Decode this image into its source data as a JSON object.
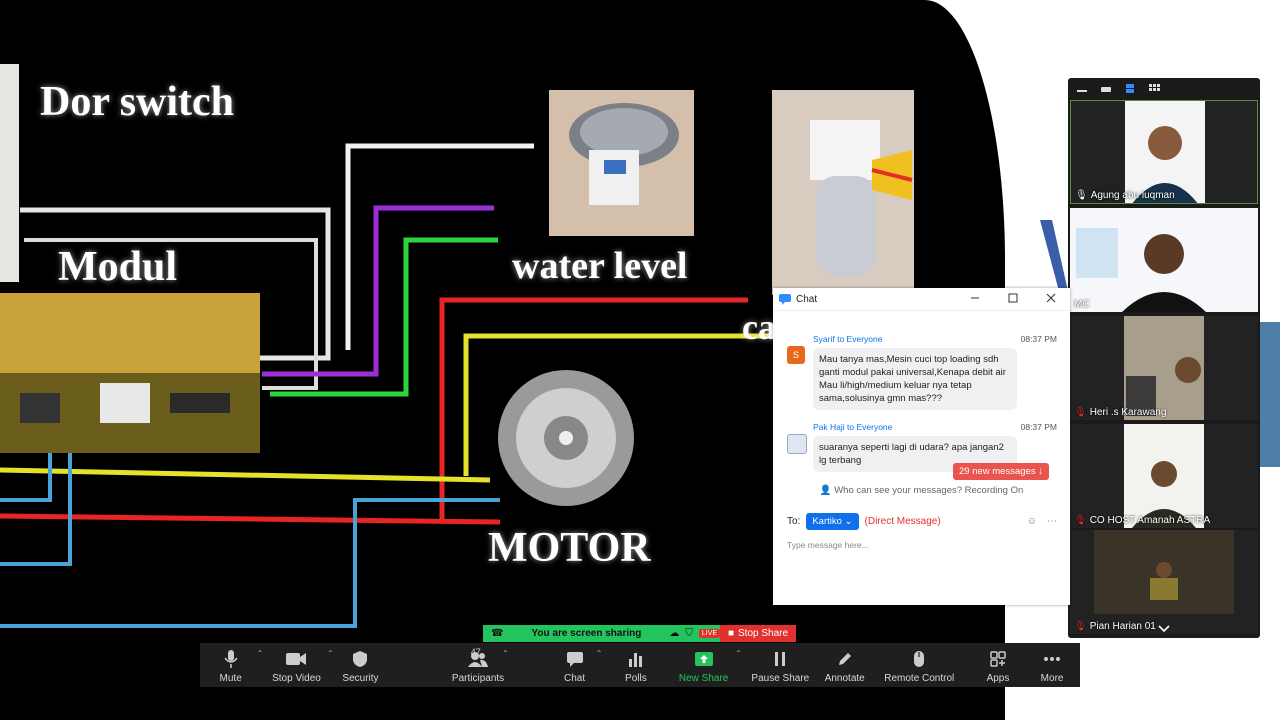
{
  "slide": {
    "labels": {
      "dor_switch": "Dor switch",
      "modul": "Modul",
      "water_level": "water level",
      "motor": "MOTOR",
      "capacitor_partial": "ca"
    }
  },
  "gallery": {
    "participants": [
      {
        "name": "Agung abu luqman",
        "mic": "on",
        "active": true
      },
      {
        "name": "MC",
        "mic": "none"
      },
      {
        "name": "Heri .s Karawang",
        "mic": "muted"
      },
      {
        "name": "CO HOST Amanah ASTRA",
        "mic": "muted"
      },
      {
        "name": "Pian Harian 01",
        "mic": "muted"
      }
    ]
  },
  "chat": {
    "title": "Chat",
    "messages": [
      {
        "sender": "Syarif",
        "to": "to Everyone",
        "time": "08:37 PM",
        "avatar_letter": "S",
        "avatar_color": "#e8691d",
        "text": "Mau tanya mas,Mesin cuci top loading sdh ganti modul pakai universal,Kenapa debit air Mau li/high/medium keluar nya tetap sama,solusinya gmn mas???"
      },
      {
        "sender": "Pak Haji",
        "to": "to Everyone",
        "time": "08:37 PM",
        "avatar_letter": "",
        "avatar_color": "#9aa9c4",
        "text": "suaranya seperti lagi di udara? apa jangan2 lg terbang"
      }
    ],
    "new_messages": "29 new messages",
    "visibility_note": "Who can see your messages? Recording On",
    "to_label": "To:",
    "recipient": "Kartiko",
    "direct_message": "(Direct Message)",
    "input_placeholder": "Type message here..."
  },
  "sharing": {
    "status": "You are screen sharing",
    "live": "LIVE",
    "stop": "Stop Share"
  },
  "toolbar": {
    "mute": "Mute",
    "stop_video": "Stop Video",
    "security": "Security",
    "participants": "Participants",
    "participants_count": "47",
    "chat": "Chat",
    "polls": "Polls",
    "new_share": "New Share",
    "pause_share": "Pause Share",
    "annotate": "Annotate",
    "remote_control": "Remote Control",
    "apps": "Apps",
    "more": "More"
  },
  "colors": {
    "share_green": "#23c45e",
    "stop_red": "#e0312f",
    "zoom_blue": "#0e71eb"
  }
}
